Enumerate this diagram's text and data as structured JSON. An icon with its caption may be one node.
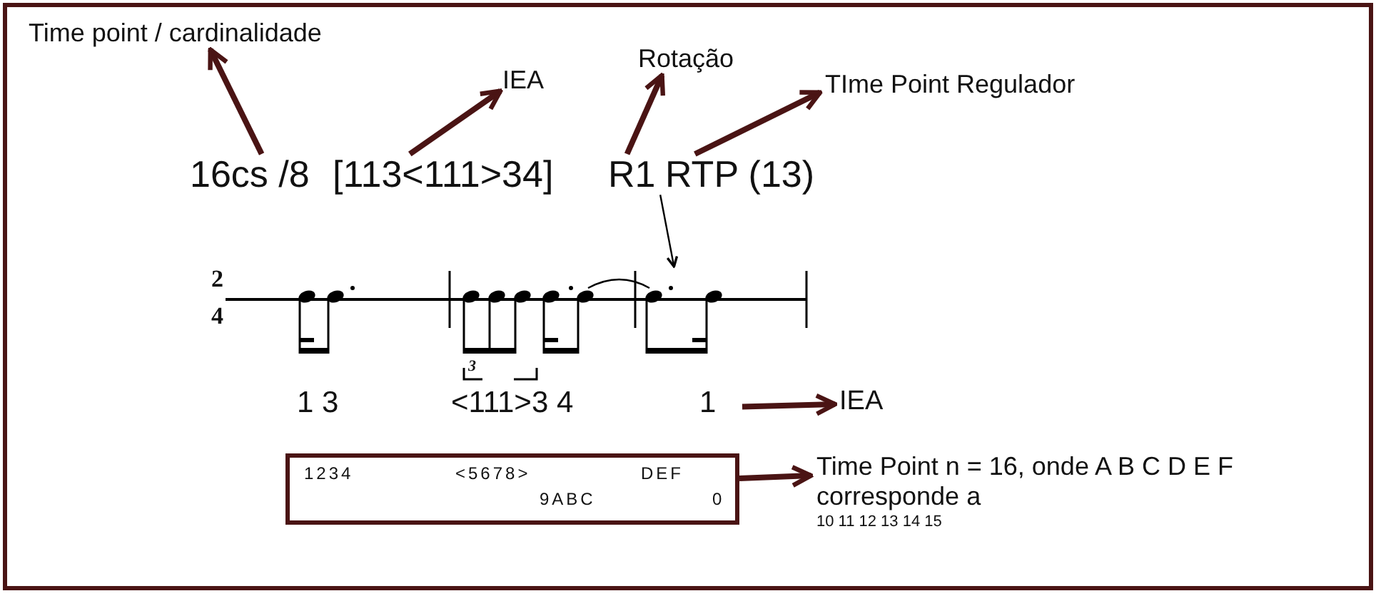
{
  "diagram": {
    "nodes": [
      {
        "text": [
          "Time point / cardinalidade"
        ]
      },
      {
        "text": [
          "IEA"
        ]
      },
      {
        "text": [
          "Rotação"
        ]
      },
      {
        "text": [
          "TIme Point Regulador"
        ]
      },
      {
        "text": [
          "16cs /8"
        ]
      },
      {
        "text": [
          "[113<111>34]"
        ]
      },
      {
        "text": [
          "R1"
        ]
      },
      {
        "text": [
          "RTP (13)"
        ]
      },
      {
        "text": [],
        "shape": "picture"
      },
      {
        "text": [
          "1 3",
          "<111>3 4",
          "1"
        ]
      },
      {
        "text": [
          "IEA"
        ]
      },
      {
        "text": [
          "1234",
          "<5678>",
          "DEF",
          "9ABC",
          "0"
        ]
      },
      {
        "text": [
          "Time Point n = 16, onde A B C D E F corresponde a",
          "10 11 12 13 14 15"
        ]
      }
    ],
    "edges": [
      {
        "from": 4,
        "to": 0,
        "arrow": "to"
      },
      {
        "from": 5,
        "to": 1,
        "arrow": "to"
      },
      {
        "from": 6,
        "to": 2,
        "arrow": "to"
      },
      {
        "from": 7,
        "to": 3,
        "arrow": "to"
      },
      {
        "from": 6,
        "to": 8,
        "arrow": "to",
        "color": "#000000"
      },
      {
        "from": 9,
        "to": 10,
        "arrow": "to"
      },
      {
        "from": 11,
        "to": 12,
        "arrow": "to"
      }
    ],
    "labels": [
      "2",
      "4",
      "3"
    ]
  }
}
